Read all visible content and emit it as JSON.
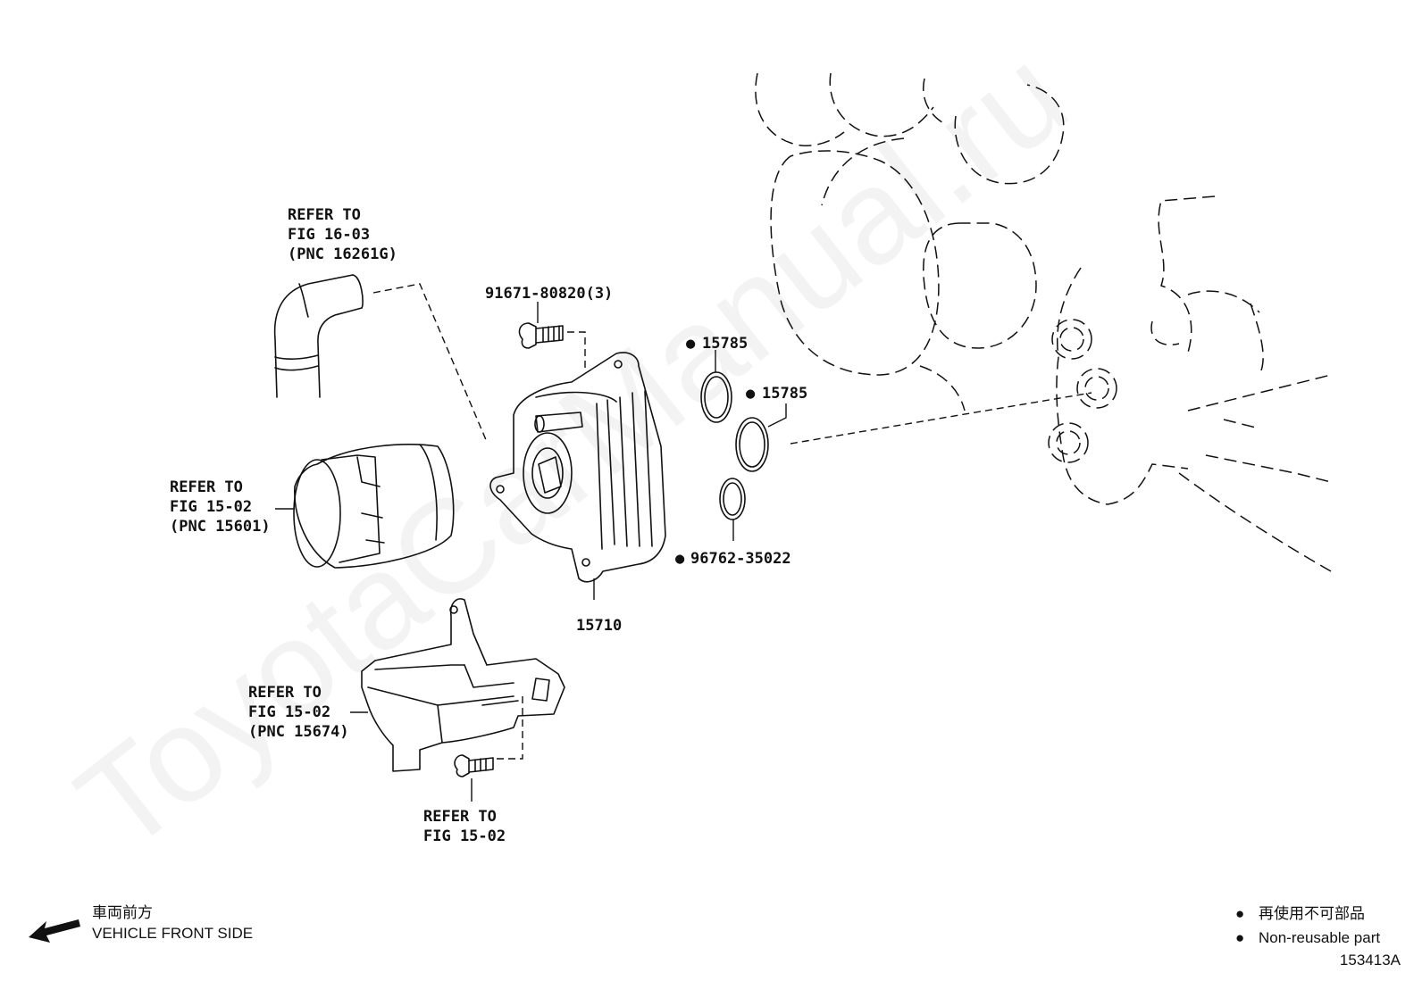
{
  "watermark": "ToyotaCarManual.ru",
  "callouts": {
    "hose_ref": {
      "line1": "REFER TO",
      "line2": "FIG 16-03",
      "line3": "(PNC 16261G)"
    },
    "bolt_3": {
      "text": "91671-80820(3)"
    },
    "oring_a": {
      "marker": "●",
      "text": "15785"
    },
    "oring_b": {
      "marker": "●",
      "text": "15785"
    },
    "oring_c": {
      "marker": "●",
      "text": "96762-35022"
    },
    "filter_ref": {
      "line1": "REFER TO",
      "line2": "FIG 15-02",
      "line3": "(PNC 15601)"
    },
    "cooler": {
      "text": "15710"
    },
    "bracket_ref": {
      "line1": "REFER TO",
      "line2": "FIG 15-02",
      "line3": "(PNC 15674)"
    },
    "bolt_ref": {
      "line1": "REFER TO",
      "line2": "FIG 15-02"
    }
  },
  "front_indicator": {
    "jp": "車両前方",
    "en": "VEHICLE FRONT SIDE"
  },
  "legend": {
    "marker": "●",
    "jp": "再使用不可部品",
    "en": "Non-reusable part"
  },
  "figure_id": "153413A"
}
